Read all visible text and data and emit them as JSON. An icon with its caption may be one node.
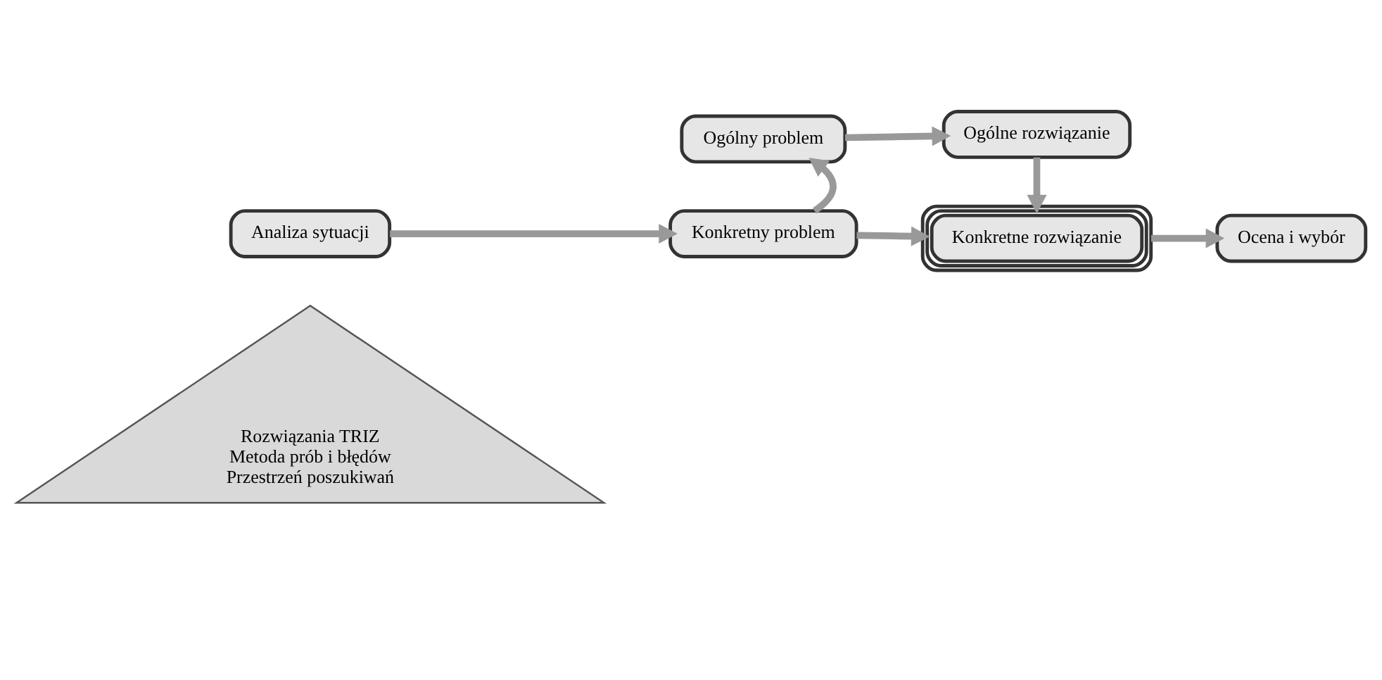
{
  "diagram": {
    "nodes": [
      {
        "text": [
          "Rozwiązania TRIZ",
          "Metoda prób i błędów",
          "Przestrzeń poszukiwań"
        ]
      },
      {
        "text": [
          "Analiza sytuacji"
        ]
      },
      {
        "text": [
          "Konkretny problem"
        ]
      },
      {
        "text": [
          "Ogólny problem"
        ]
      },
      {
        "text": [
          "Ogólne rozwiązanie"
        ]
      },
      {
        "text": [
          "Konkretne rozwiązanie"
        ]
      },
      {
        "text": [
          "Ocena i wybór"
        ]
      }
    ],
    "edges": [
      {
        "from": 1,
        "to": 2,
        "arrow": "to"
      },
      {
        "from": 2,
        "to": 3,
        "arrow": "to"
      },
      {
        "from": 3,
        "to": 4,
        "arrow": "to"
      },
      {
        "from": 4,
        "to": 5,
        "arrow": "to"
      },
      {
        "from": 2,
        "to": 5,
        "arrow": "to"
      },
      {
        "from": 5,
        "to": 6,
        "arrow": "to"
      }
    ]
  }
}
